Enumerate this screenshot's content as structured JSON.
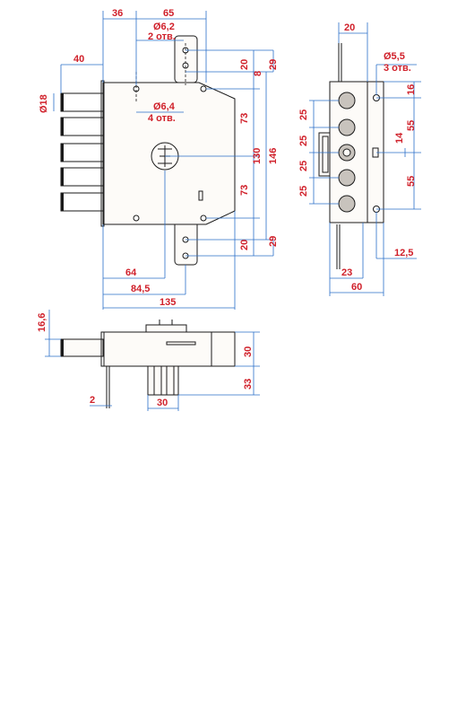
{
  "front_view": {
    "dims": {
      "cyl_offset": "36",
      "plate_offset": "65",
      "hole_top": "Ø6,2",
      "hole_top_count": "2 отв.",
      "bolt_throw": "40",
      "bolt_dia": "Ø18",
      "hole_mid": "Ø6,4",
      "hole_mid_count": "4 отв.",
      "upper_20": "20",
      "upper_8": "8",
      "upper_29": "29",
      "upper_73": "73",
      "height_130": "130",
      "height_146": "146",
      "lower_73": "73",
      "lower_20": "20",
      "lower_29": "29",
      "backset": "64",
      "width_84": "84,5",
      "overall": "135"
    }
  },
  "side_view": {
    "dims": {
      "top_20": "20",
      "hole": "Ø5,5",
      "hole_count": "3 отв.",
      "top_16": "16",
      "pitch_1": "25",
      "pitch_2": "25",
      "pitch_3": "25",
      "pitch_4": "25",
      "right_55a": "55",
      "right_14": "14",
      "right_55b": "55",
      "d_12": "12,5",
      "d_23": "23",
      "d_60": "60"
    }
  },
  "bottom_view": {
    "dims": {
      "t_16": "16,6",
      "t_30a": "30",
      "t_33": "33",
      "t_2": "2",
      "t_30b": "30"
    }
  }
}
